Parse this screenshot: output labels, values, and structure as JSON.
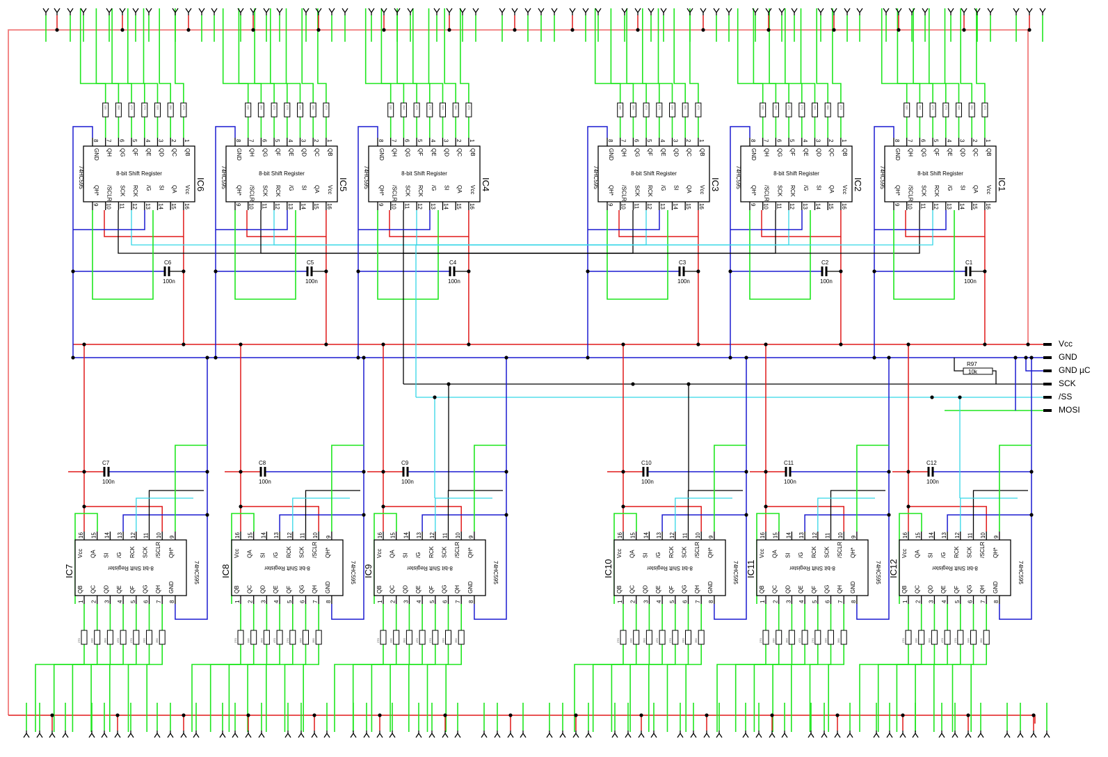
{
  "schematic": {
    "title_text": "8-bit Shift Register",
    "part_number": "74HC595",
    "top_row_pins": {
      "upper": [
        "GND",
        "QH",
        "QG",
        "QF",
        "QE",
        "QD",
        "QC",
        "QB"
      ],
      "upper_nums": [
        "8",
        "7",
        "6",
        "5",
        "4",
        "3",
        "2",
        "1"
      ],
      "lower": [
        "QH*",
        "/SCLR",
        "SCK",
        "RCK",
        "/G",
        "SI",
        "QA",
        "Vcc"
      ],
      "lower_nums": [
        "9",
        "10",
        "11",
        "12",
        "13",
        "14",
        "15",
        "16"
      ]
    },
    "bottom_row_pins": {
      "upper": [
        "Vcc",
        "QA",
        "SI",
        "/G",
        "RCK",
        "SCK",
        "/SCLR",
        "QH*"
      ],
      "upper_nums": [
        "16",
        "15",
        "14",
        "13",
        "12",
        "11",
        "10",
        "9"
      ],
      "lower": [
        "QB",
        "QC",
        "QD",
        "QE",
        "QF",
        "QG",
        "QH",
        "GND"
      ],
      "lower_nums": [
        "1",
        "2",
        "3",
        "4",
        "5",
        "6",
        "7",
        "8"
      ]
    },
    "top_ics": [
      "IC6",
      "IC5",
      "IC4",
      "IC3",
      "IC2",
      "IC1"
    ],
    "bottom_ics": [
      "IC7",
      "IC8",
      "IC9",
      "IC10",
      "IC11",
      "IC12"
    ],
    "top_caps": [
      {
        "name": "C6",
        "value": "100n"
      },
      {
        "name": "C5",
        "value": "100n"
      },
      {
        "name": "C4",
        "value": "100n"
      },
      {
        "name": "C3",
        "value": "100n"
      },
      {
        "name": "C2",
        "value": "100n"
      },
      {
        "name": "C1",
        "value": "100n"
      }
    ],
    "bottom_caps": [
      {
        "name": "C7",
        "value": "100n"
      },
      {
        "name": "C8",
        "value": "100n"
      },
      {
        "name": "C9",
        "value": "100n"
      },
      {
        "name": "C10",
        "value": "100n"
      },
      {
        "name": "C11",
        "value": "100n"
      },
      {
        "name": "C12",
        "value": "100n"
      }
    ],
    "pullup_resistor": {
      "name": "R97",
      "value": "10k"
    },
    "series_resistor_values": [
      "270",
      "330",
      "390",
      "470"
    ],
    "connector_labels": [
      "Vcc",
      "GND",
      "GND µC",
      "SCK",
      "/SS",
      "MOSI"
    ]
  },
  "colors": {
    "led_lines": "#1ee61e",
    "vcc": "#e01818",
    "gnd": "#1a1ad0",
    "ss": "#33d6e6",
    "sck": "#000000"
  }
}
